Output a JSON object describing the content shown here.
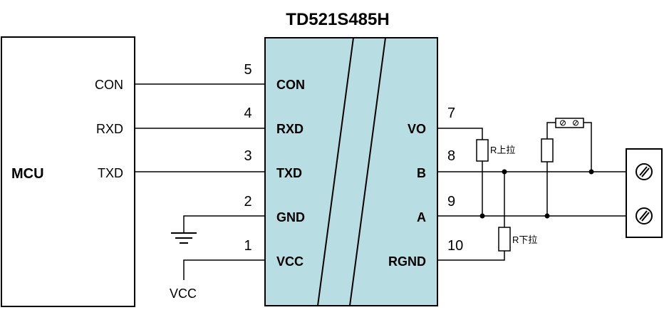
{
  "title": "TD521S485H",
  "mcu": {
    "name": "MCU",
    "pins": [
      "CON",
      "RXD",
      "TXD"
    ]
  },
  "module_left_pins": [
    {
      "num": "5",
      "label": "CON"
    },
    {
      "num": "4",
      "label": "RXD"
    },
    {
      "num": "3",
      "label": "TXD"
    },
    {
      "num": "2",
      "label": "GND"
    },
    {
      "num": "1",
      "label": "VCC"
    }
  ],
  "module_right_pins": [
    {
      "num": "7",
      "label": "VO"
    },
    {
      "num": "8",
      "label": "B"
    },
    {
      "num": "9",
      "label": "A"
    },
    {
      "num": "10",
      "label": "RGND"
    }
  ],
  "resistors": {
    "pullup": "R上拉",
    "pulldown": "R下拉"
  },
  "vcc_label": "VCC",
  "colors": {
    "module_fill": "#b8dde3",
    "line": "#000000"
  }
}
